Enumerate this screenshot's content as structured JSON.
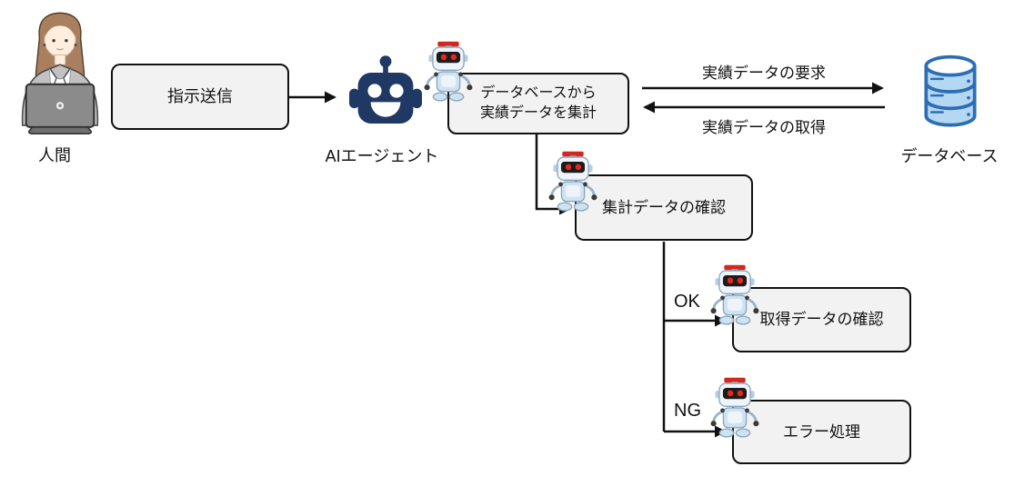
{
  "diagram": {
    "actors": {
      "human": {
        "label": "人間"
      },
      "ai_agent": {
        "label": "AIエージェント"
      },
      "database": {
        "label": "データベース"
      }
    },
    "nodes": {
      "send_instruction": {
        "label": "指示送信"
      },
      "aggregate_data": {
        "line1": "データベースから",
        "line2": "実績データを集計"
      },
      "check_aggregated": {
        "label": "集計データの確認"
      },
      "check_acquired": {
        "label": "取得データの確認"
      },
      "error_handling": {
        "label": "エラー処理"
      }
    },
    "edges": {
      "request": {
        "label": "実績データの要求"
      },
      "acquire": {
        "label": "実績データの取得"
      },
      "ok_branch": {
        "label": "OK"
      },
      "ng_branch": {
        "label": "NG"
      }
    },
    "icons": {
      "human": "human-at-laptop-illustration",
      "ai_agent": "navy-robot-head-icon",
      "worker_robot": "small-blue-robot-icon",
      "database": "database-cylinder-icon"
    },
    "colors": {
      "node_fill": "#f2f2f2",
      "node_border": "#111111",
      "connector": "#111111",
      "agent_navy": "#1f3864",
      "robot_red": "#d2281e",
      "robot_body": "#cfe2f2",
      "db_fill": "#b5d8f2",
      "db_stroke": "#2d6db5"
    }
  }
}
